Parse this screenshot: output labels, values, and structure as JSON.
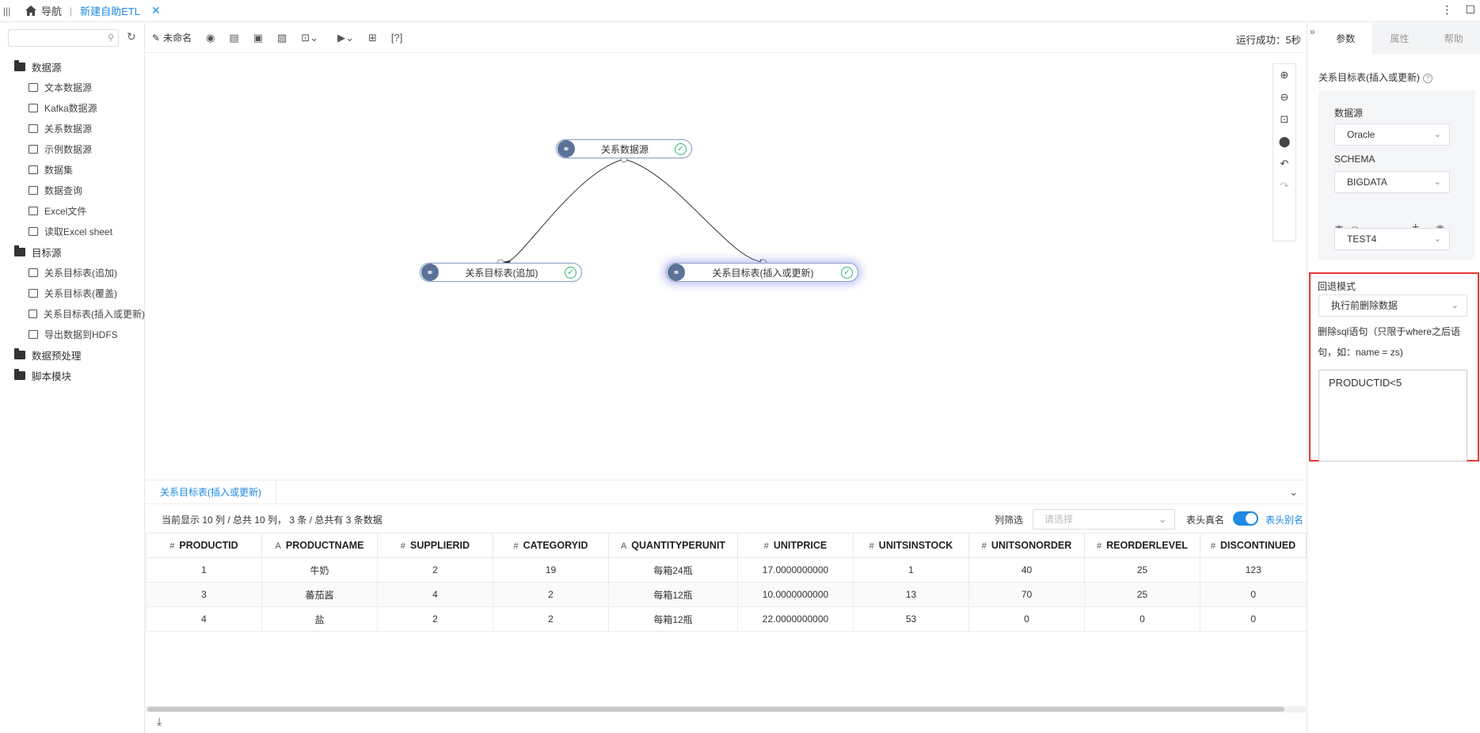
{
  "topbar": {
    "menu_glyph": "|||",
    "home_label": "导航",
    "active_tab": "新建自助ETL"
  },
  "left": {
    "search_placeholder": "",
    "groups": [
      {
        "label": "数据源",
        "items": [
          "文本数据源",
          "Kafka数据源",
          "关系数据源",
          "示例数据源",
          "数据集",
          "数据查询",
          "Excel文件",
          "读取Excel sheet"
        ]
      },
      {
        "label": "目标源",
        "items": [
          "关系目标表(追加)",
          "关系目标表(覆盖)",
          "关系目标表(插入或更新)",
          "导出数据到HDFS"
        ]
      },
      {
        "label": "数据预处理",
        "items": []
      },
      {
        "label": "脚本模块",
        "items": []
      }
    ]
  },
  "toolbar": {
    "name": "未命名",
    "run_status": "运行成功：5秒",
    "help_glyph": "[?]"
  },
  "canvas": {
    "nodes": [
      {
        "label": "关系数据源"
      },
      {
        "label": "关系目标表(追加)"
      },
      {
        "label": "关系目标表(插入或更新)"
      }
    ]
  },
  "bottom": {
    "tab": "关系目标表(插入或更新)",
    "count_text": "当前显示 10 列 / 总共 10 列，  3 条 / 总共有 3 条数据",
    "col_filter_label": "列筛选",
    "col_filter_placeholder": "请选择",
    "head_real": "表头真名",
    "head_alias": "表头别名",
    "columns": [
      {
        "type": "#",
        "name": "PRODUCTID"
      },
      {
        "type": "A",
        "name": "PRODUCTNAME"
      },
      {
        "type": "#",
        "name": "SUPPLIERID"
      },
      {
        "type": "#",
        "name": "CATEGORYID"
      },
      {
        "type": "A",
        "name": "QUANTITYPERUNIT"
      },
      {
        "type": "#",
        "name": "UNITPRICE"
      },
      {
        "type": "#",
        "name": "UNITSINSTOCK"
      },
      {
        "type": "#",
        "name": "UNITSONORDER"
      },
      {
        "type": "#",
        "name": "REORDERLEVEL"
      },
      {
        "type": "#",
        "name": "DISCONTINUED"
      }
    ],
    "rows": [
      [
        "1",
        "牛奶",
        "2",
        "19",
        "每箱24瓶",
        "17.0000000000",
        "1",
        "40",
        "25",
        "123"
      ],
      [
        "3",
        "蕃茄酱",
        "4",
        "2",
        "每箱12瓶",
        "10.0000000000",
        "13",
        "70",
        "25",
        "0"
      ],
      [
        "4",
        "盐",
        "2",
        "2",
        "每箱12瓶",
        "22.0000000000",
        "53",
        "0",
        "0",
        "0"
      ]
    ]
  },
  "right": {
    "tabs": [
      "参数",
      "属性",
      "帮助"
    ],
    "title": "关系目标表(插入或更新)",
    "datasource_label": "数据源",
    "datasource_value": "Oracle",
    "schema_label": "SCHEMA",
    "schema_value": "BIGDATA",
    "table_label": "表",
    "table_value": "TEST4",
    "rollback_label": "回退模式",
    "rollback_value": "执行前删除数据",
    "delete_sql_desc": "删除sql语句（只限于where之后语句，如：name = zs)",
    "delete_sql_value": "PRODUCTID<5"
  }
}
